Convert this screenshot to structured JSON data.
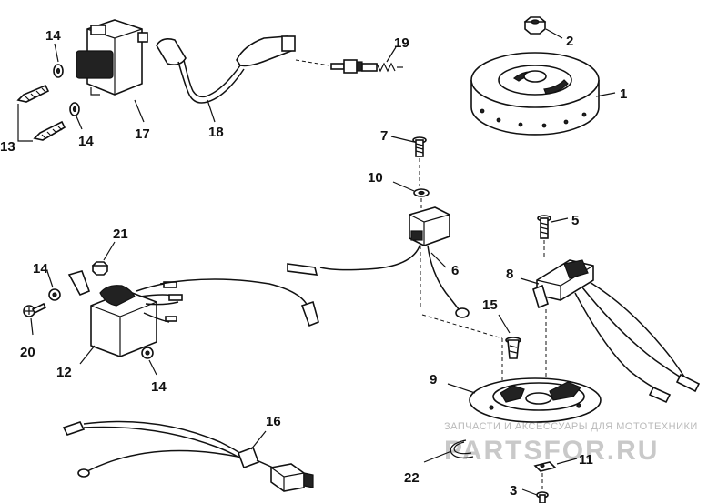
{
  "labels": {
    "l1": "1",
    "l2": "2",
    "l3": "3",
    "l5": "5",
    "l6": "6",
    "l7": "7",
    "l8": "8",
    "l9": "9",
    "l10": "10",
    "l11": "11",
    "l12": "12",
    "l13": "13",
    "l14a": "14",
    "l14b": "14",
    "l14c": "14",
    "l14d": "14",
    "l15": "15",
    "l16": "16",
    "l17": "17",
    "l18": "18",
    "l19": "19",
    "l20": "20",
    "l21": "21",
    "l22": "22"
  },
  "watermark": {
    "line1": "ЗАПЧАСТИ И АКСЕССУАРЫ ДЛЯ МОТОТЕХНИКИ",
    "line2": "PARTSFOR.RU"
  }
}
